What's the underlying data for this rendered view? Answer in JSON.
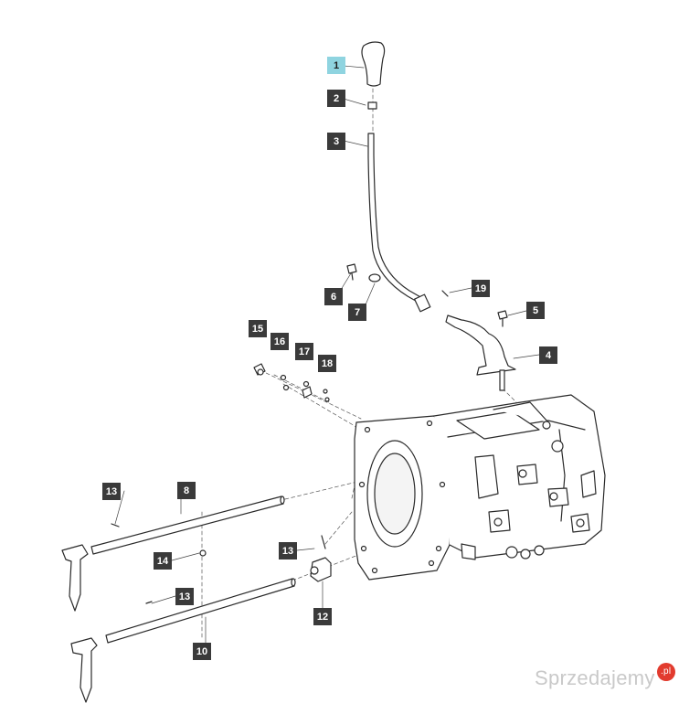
{
  "callouts": {
    "c1": "1",
    "c2": "2",
    "c3": "3",
    "c4": "4",
    "c5": "5",
    "c6": "6",
    "c7": "7",
    "c8": "8",
    "c10": "10",
    "c12": "12",
    "c13a": "13",
    "c13b": "13",
    "c13c": "13",
    "c14": "14",
    "c15": "15",
    "c16": "16",
    "c17": "17",
    "c18": "18",
    "c19": "19"
  },
  "highlight_color": "#8fd4e0",
  "callout_color": "#3a3a3a",
  "watermark": {
    "text": "Sprzedajemy",
    "badge": ".pl"
  }
}
